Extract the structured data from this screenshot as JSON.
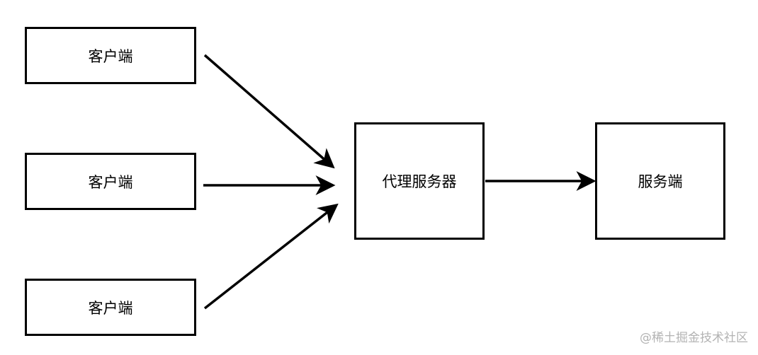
{
  "nodes": {
    "client_1": "客户端",
    "client_2": "客户端",
    "client_3": "客户端",
    "proxy": "代理服务器",
    "server": "服务端"
  },
  "edges": [
    {
      "from": "client_1",
      "to": "proxy"
    },
    {
      "from": "client_2",
      "to": "proxy"
    },
    {
      "from": "client_3",
      "to": "proxy"
    },
    {
      "from": "proxy",
      "to": "server"
    }
  ],
  "watermark": "@稀土掘金技术社区",
  "colors": {
    "stroke": "#000000",
    "background": "#ffffff",
    "watermark": "#b3b3b3"
  }
}
